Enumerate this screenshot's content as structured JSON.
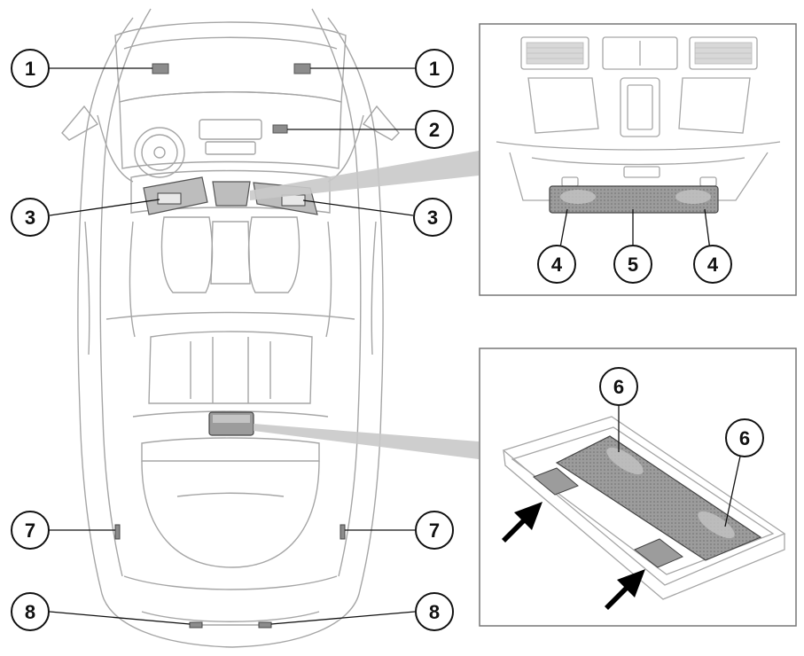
{
  "colors": {
    "line": "#9a9a9a",
    "line_dark": "#555555",
    "callout_stroke": "#111111",
    "lamp_fill": "#8c8c8c",
    "lamp_panel": "#bdbdbd",
    "grille": "#d8d8d8",
    "arrow": "#000000"
  },
  "callouts": {
    "c1_left": "1",
    "c1_right": "1",
    "c2": "2",
    "c3_left": "3",
    "c3_right": "3",
    "c4_left": "4",
    "c5": "5",
    "c4_right": "4",
    "c6_left": "6",
    "c6_right": "6",
    "c7_left": "7",
    "c7_right": "7",
    "c8_left": "8",
    "c8_right": "8"
  },
  "icons": {
    "arrow_a": "arrow-icon",
    "arrow_b": "arrow-icon"
  }
}
